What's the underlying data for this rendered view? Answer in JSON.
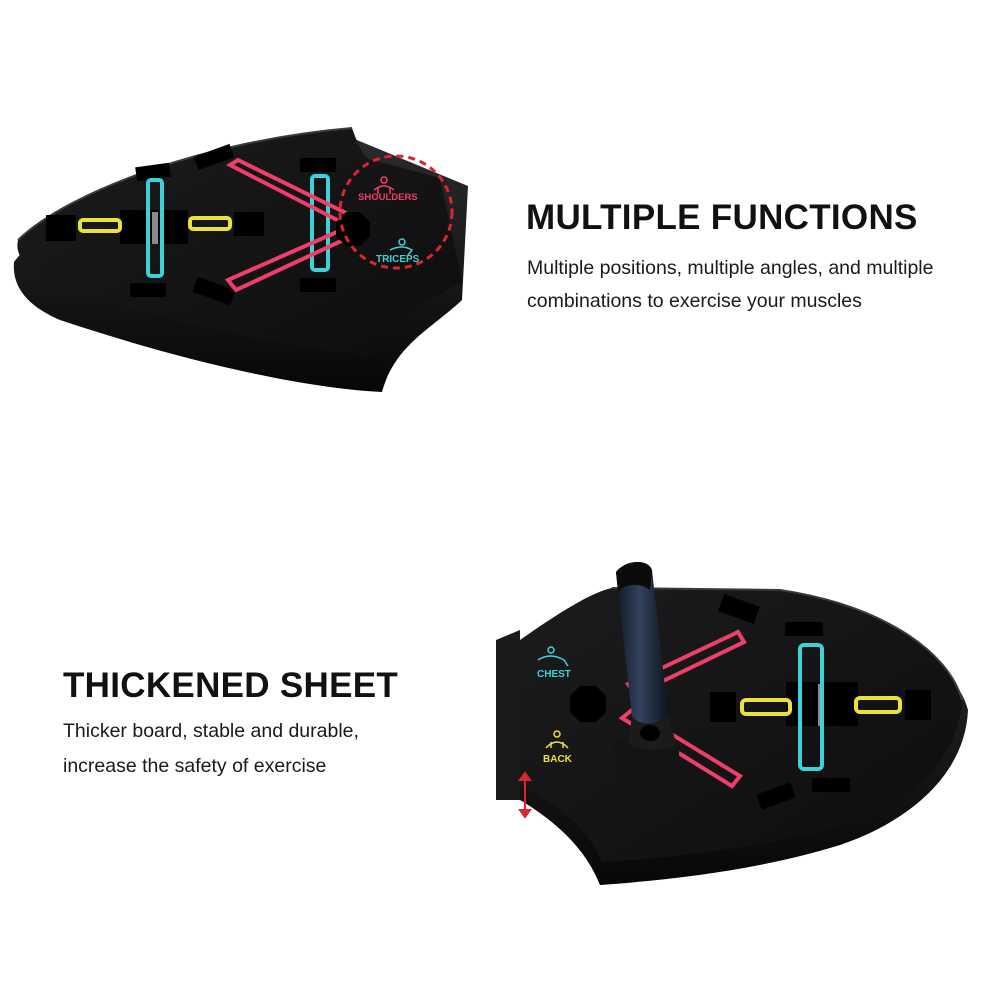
{
  "section1": {
    "heading": "MULTIPLE FUNCTIONS",
    "line1": "Multiple positions, multiple angles, and multiple",
    "line2": "combinations to exercise your muscles",
    "board_labels": {
      "shoulders": "SHOULDERS",
      "triceps": "TRICEPS"
    }
  },
  "section2": {
    "heading": "THICKENED SHEET",
    "line1": "Thicker board, stable and durable,",
    "line2": "increase the safety of exercise",
    "board_labels": {
      "chest": "CHEST",
      "back": "BACK"
    }
  },
  "colors": {
    "board": "#0f0f10",
    "board_edge": "#2a2a2c",
    "cyan": "#3fd0d8",
    "yellow": "#e8e23a",
    "pink": "#ef3e6a",
    "red_dash": "#d9262f",
    "handle": "#1e2a44"
  }
}
